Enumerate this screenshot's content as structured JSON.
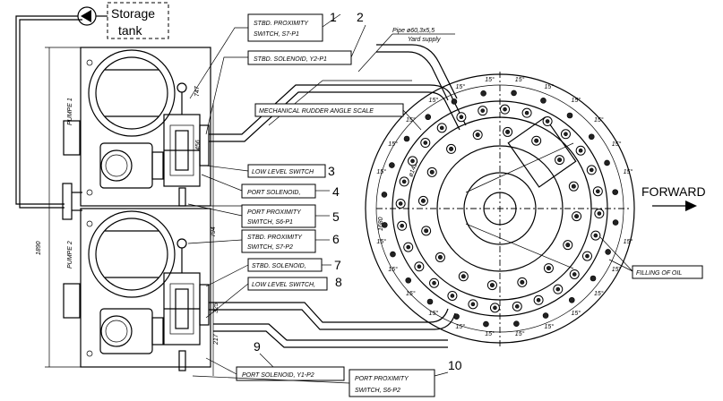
{
  "storage": {
    "line1": "Storage",
    "line2": "tank"
  },
  "pumps": {
    "pump1": "PUMPE 1",
    "pump2": "PUMPE 2"
  },
  "forward": "FORWARD",
  "pipe": {
    "spec": "Pipe ø60,3x5,5",
    "supply": "Yard supply"
  },
  "labels": {
    "stbd_prox_p1": [
      "STBD. PROXIMITY",
      "SWITCH, S7-P1"
    ],
    "stbd_solenoid_p1": "STBD. SOLENOID, Y2-P1",
    "mech_scale": "MECHANICAL RUDDER ANGLE SCALE",
    "low_level_1": "LOW LEVEL SWITCH",
    "port_solenoid_1": "PORT SOLENOID,",
    "port_prox_p1": [
      "PORT PROXIMITY",
      "SWITCH, S6-P1"
    ],
    "stbd_prox_p2": [
      "STBD. PROXIMITY",
      "SWITCH, S7-P2"
    ],
    "stbd_solenoid_2": "STBD. SOLENOID,",
    "low_level_2": "LOW LEVEL SWITCH,",
    "port_solenoid_p2": "PORT SOLENOID, Y1-P2",
    "port_prox_p2": [
      "PORT PROXIMITY",
      "SWITCH, S6-P2"
    ],
    "filling_oil": "FILLING OF OIL"
  },
  "numbers": [
    "1",
    "2",
    "3",
    "4",
    "5",
    "6",
    "7",
    "8",
    "9",
    "10"
  ],
  "dimensions": {
    "d1": "1890",
    "d2": "794",
    "d3": "456",
    "d4": "747",
    "d5": "217",
    "d6": "325",
    "d7": "ø1420",
    "d8": "1680",
    "deg": "15°"
  }
}
